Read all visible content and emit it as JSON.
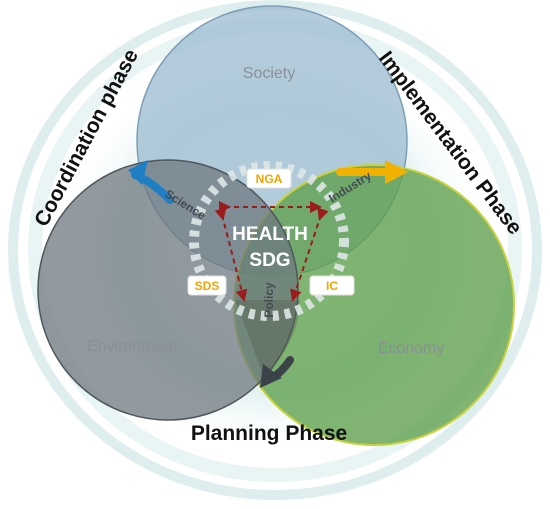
{
  "phases": {
    "coordination": "Coordination phase",
    "implementation": "Implementation Phase",
    "planning": "Planning Phase"
  },
  "circles": {
    "society": "Society",
    "environment": "Environment",
    "economy": "Economy"
  },
  "pillars": {
    "science": "Science",
    "industry": "Industry",
    "policy": "Policy"
  },
  "center": {
    "line1": "HEALTH",
    "line2": "SDG"
  },
  "tags": {
    "nga": "NGA",
    "sds": "SDS",
    "ic": "IC"
  },
  "colors": {
    "society": "#8fb0c6",
    "environment": "#6f787f",
    "economy": "#5f9a4a",
    "tag_text": "#f5a300",
    "dashed_arrow": "#9b1c1c",
    "arrow_blue": "#1f7fc4",
    "arrow_yellow": "#f2b100",
    "arrow_dark": "#3b4248"
  }
}
